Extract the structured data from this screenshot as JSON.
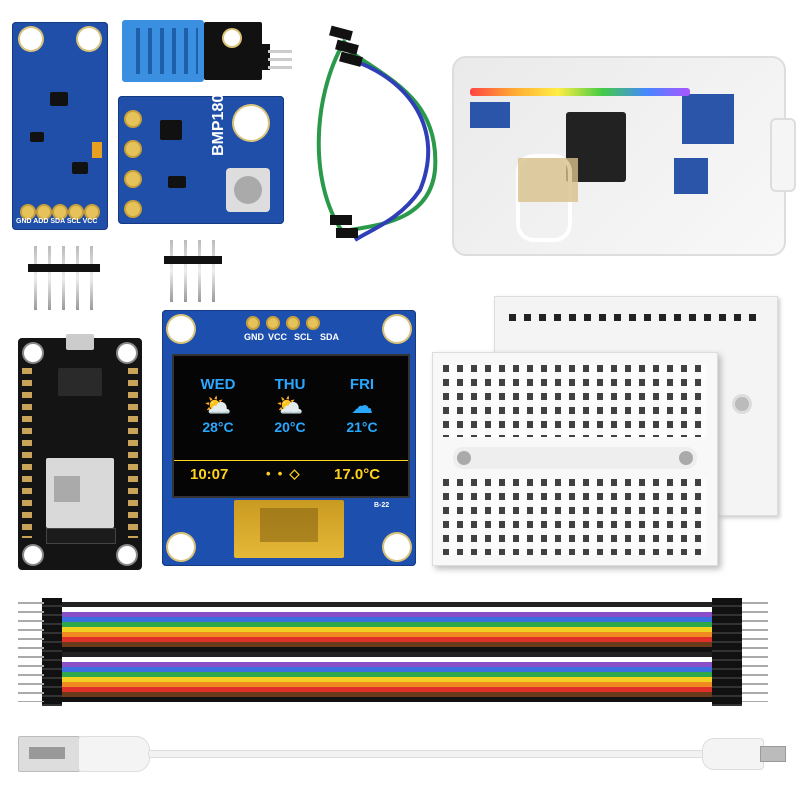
{
  "bh1750": {
    "pin_labels": "GND ADD SDA SCL VCC"
  },
  "bmp180": {
    "label": "BMP180"
  },
  "oled": {
    "pin_labels": [
      "GND",
      "VCC",
      "SCL",
      "SDA"
    ],
    "days": [
      {
        "name": "WED",
        "temp": "28°C"
      },
      {
        "name": "THU",
        "temp": "20°C"
      },
      {
        "name": "FRI",
        "temp": "21°C"
      }
    ],
    "time": "10:07",
    "dots": "•  •  ◇",
    "current_temp": "17.0°C",
    "code": "B-22"
  },
  "colors": {
    "pcb_blue": "#1f4fa8",
    "oled_cyan": "#2aa8ff",
    "oled_yellow": "#ffd21e",
    "nodemcu_black": "#141414"
  }
}
